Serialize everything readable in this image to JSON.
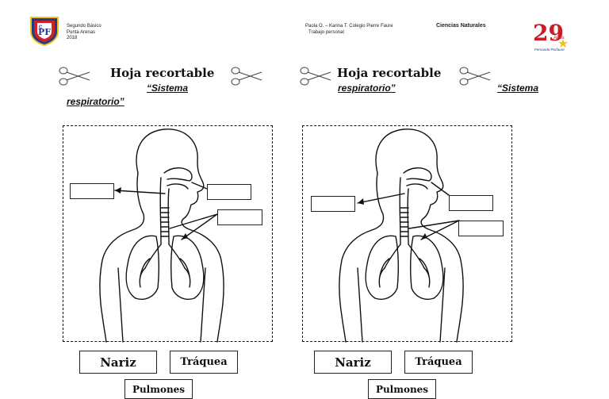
{
  "header": {
    "school_lines": [
      "Segundo Básico",
      "Punta Arenas",
      "2018"
    ],
    "author_lines": [
      "Paola O. – Karina T. Colegio Pierre Faure",
      "Trabajo personal"
    ],
    "subject": "Ciencias Naturales",
    "anniversary": {
      "number": "29",
      "text": "Años",
      "caption": "Fernando Porfaure"
    },
    "crest": {
      "colors": {
        "blue": "#1f3b8a",
        "red": "#d32027",
        "gold": "#f2c21b"
      }
    }
  },
  "sheets": [
    {
      "title": "Hoja recortable",
      "subtitle_quoted": "“Sistema",
      "subtitle_rest": "respiratorio”"
    },
    {
      "title": "Hoja recortable",
      "subtitle_quoted": "respiratorio”",
      "subtitle_rest": "“Sistema"
    }
  ],
  "labels": {
    "nariz": "Nariz",
    "traquea": "Tráquea",
    "pulmones": "Pulmones"
  },
  "icons": [
    "scissors-icon",
    "school-crest-icon",
    "anniversary-logo-icon"
  ]
}
